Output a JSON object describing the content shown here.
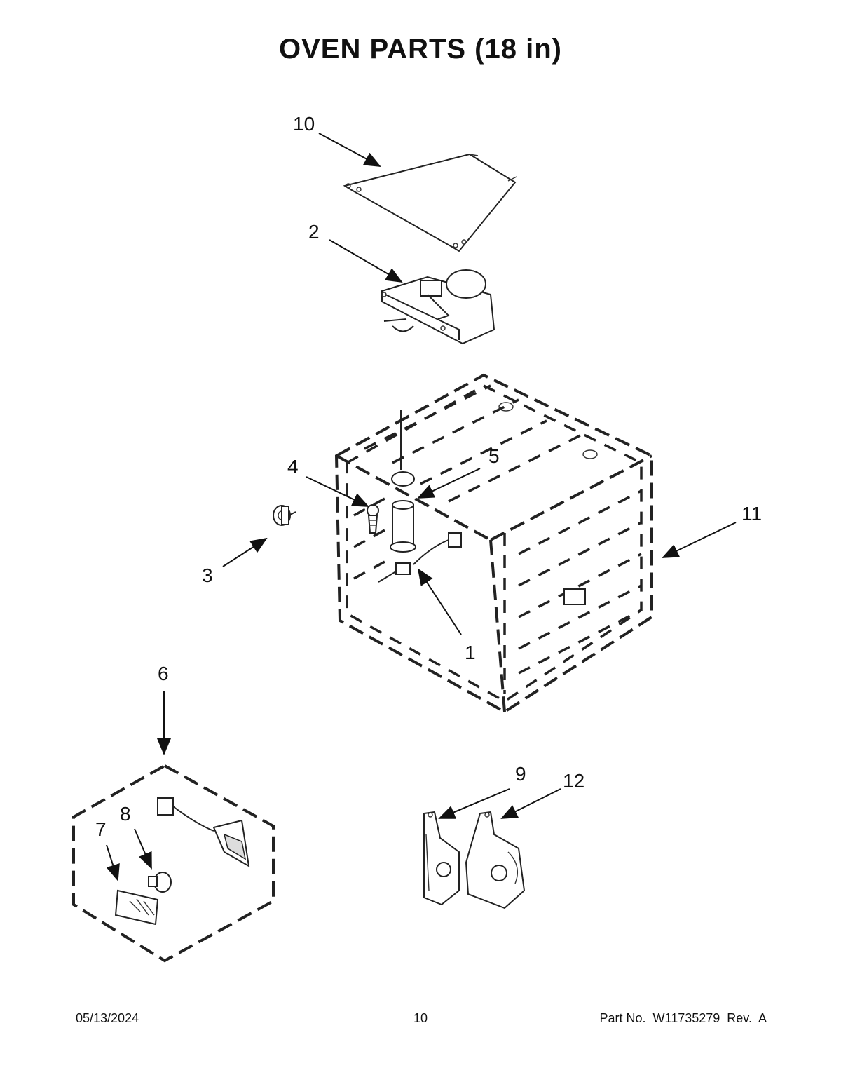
{
  "title": "OVEN PARTS (18 in)",
  "callouts": {
    "c1": "1",
    "c2": "2",
    "c3": "3",
    "c4": "4",
    "c5": "5",
    "c6": "6",
    "c7": "7",
    "c8": "8",
    "c9": "9",
    "c10": "10",
    "c11": "11",
    "c12": "12"
  },
  "footer": {
    "date": "05/13/2024",
    "page": "10",
    "part_number": "Part No.  W11735279  Rev.  A"
  }
}
